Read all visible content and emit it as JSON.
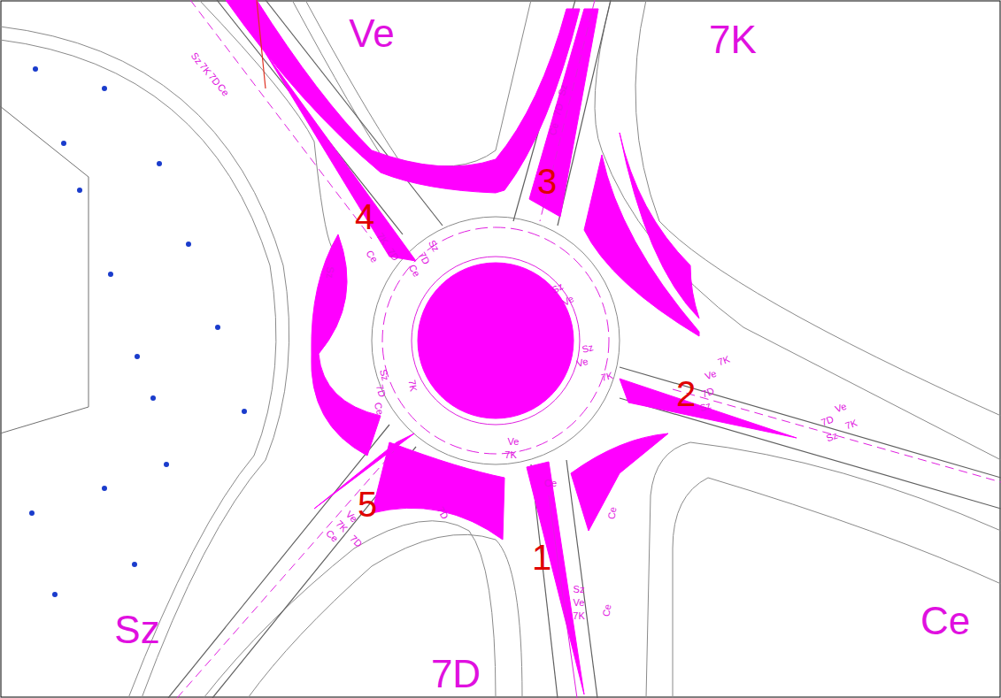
{
  "diagram": {
    "labels": [
      "Ve",
      "7K",
      "Ce",
      "7D",
      "Sz",
      "1",
      "2",
      "3",
      "4",
      "5",
      "Sz",
      "7K",
      "7D",
      "Ce",
      "Sz",
      "7D",
      "Ce",
      "7K",
      "Ce",
      "7D",
      "Sz",
      "7D",
      "Ce",
      "Sz",
      "Sz",
      "Ve",
      "Sz",
      "Ve",
      "7K",
      "7K",
      "Sz",
      "7D",
      "Ce",
      "7K",
      "Ve",
      "Ce",
      "7D",
      "Ce",
      "7K",
      "Ve",
      "7D",
      "Sz",
      "Ve",
      "7K",
      "Ce",
      "Ce",
      "7K",
      "Ve",
      "7D",
      "Sz",
      "7D",
      "Ve",
      "Sz",
      "7K"
    ]
  }
}
